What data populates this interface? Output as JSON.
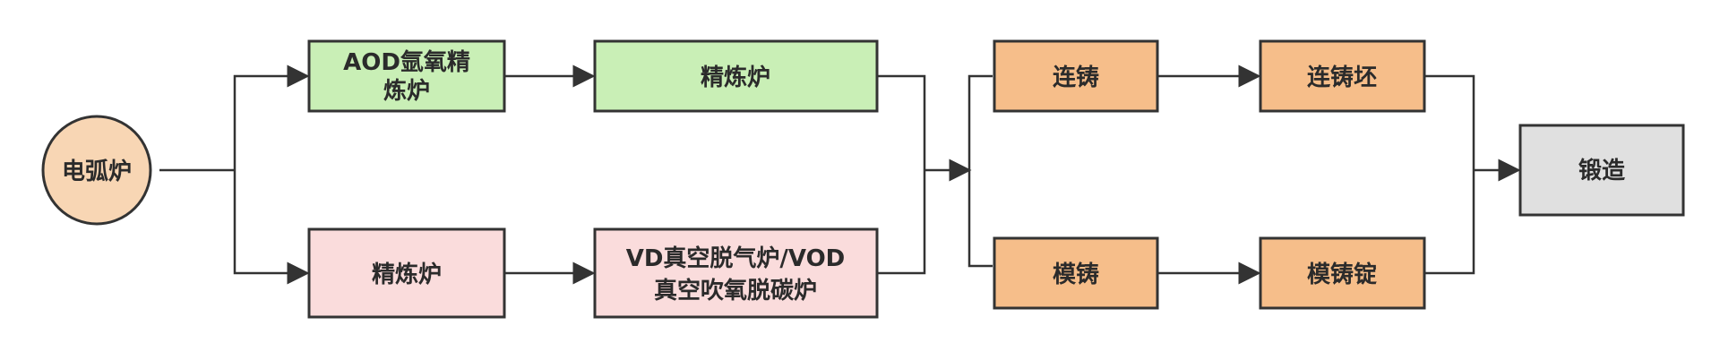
{
  "colors": {
    "orange_circle": "#f8d6b4",
    "green": "#c9efb6",
    "pink": "#fadcdc",
    "orange": "#f6be8a",
    "gray": "#e0e0e0",
    "stroke": "#333333",
    "arrow": "#333333"
  },
  "nodes": {
    "electric_arc_furnace": {
      "label": "电弧炉"
    },
    "aod_furnace": {
      "lines": [
        "AOD氩氧精",
        "炼炉"
      ]
    },
    "refining_furnace_top": {
      "label": "精炼炉"
    },
    "refining_furnace_bottom": {
      "label": "精炼炉"
    },
    "vd_vod_furnace": {
      "lines": [
        "VD真空脱气炉/VOD",
        "真空吹氧脱碳炉"
      ]
    },
    "continuous_casting": {
      "label": "连铸"
    },
    "continuous_billet": {
      "label": "连铸坯"
    },
    "mold_casting": {
      "label": "模铸"
    },
    "mold_ingot": {
      "label": "模铸锭"
    },
    "forging": {
      "label": "锻造"
    }
  }
}
